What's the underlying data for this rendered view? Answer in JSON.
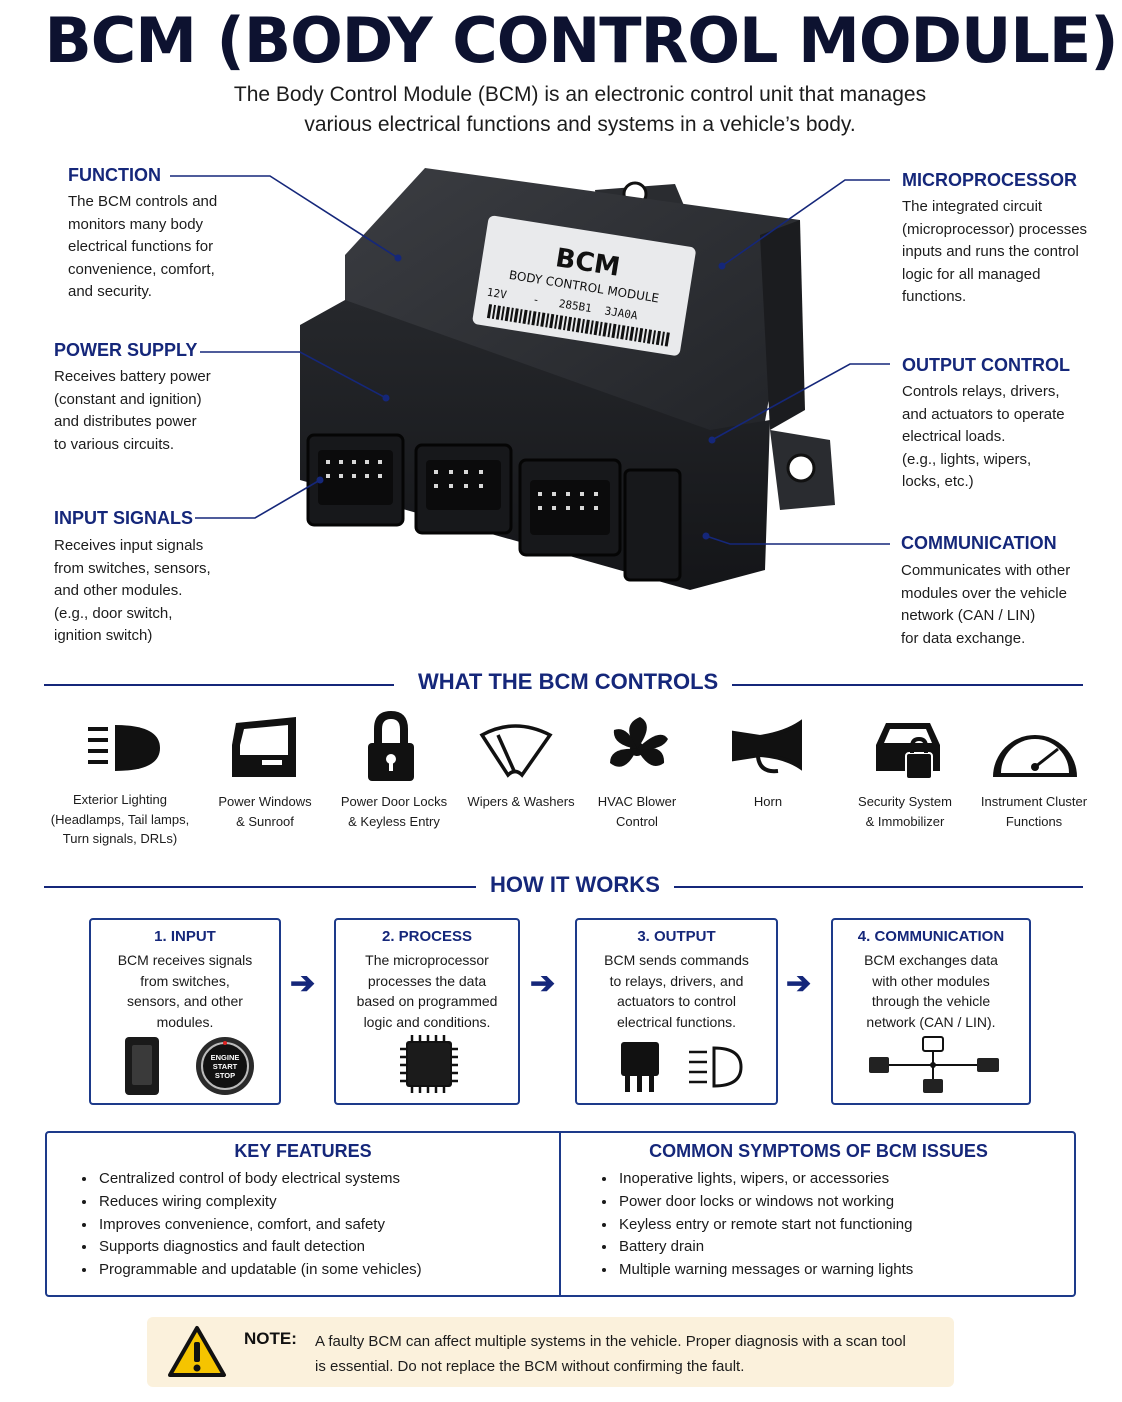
{
  "title": "BCM (BODY CONTROL MODULE)",
  "subtitle": "The Body Control Module (BCM) is an electronic control unit that manages various electrical functions and systems in a vehicle’s body.",
  "module_label": {
    "line1": "BCM",
    "line2": "BODY CONTROL MODULE",
    "line3": "12V    -   285B1  3JA0A"
  },
  "callouts": {
    "function": {
      "heading": "FUNCTION",
      "text": "The BCM controls and\nmonitors many body\nelectrical functions for\nconvenience, comfort,\nand security."
    },
    "power_supply": {
      "heading": "POWER SUPPLY",
      "text": "Receives battery power\n(constant and ignition)\nand distributes power\nto various circuits."
    },
    "input_signals": {
      "heading": "INPUT SIGNALS",
      "text": "Receives input signals\nfrom switches, sensors,\nand other modules.\n(e.g., door switch,\nignition switch)"
    },
    "microprocessor": {
      "heading": "MICROPROCESSOR",
      "text": "The integrated circuit\n(microprocessor) processes\ninputs and runs the control\nlogic for all managed\nfunctions."
    },
    "output_control": {
      "heading": "OUTPUT CONTROL",
      "text": "Controls relays, drivers,\nand actuators to operate\nelectrical loads.\n(e.g., lights, wipers,\nlocks, etc.)"
    },
    "communication": {
      "heading": "COMMUNICATION",
      "text": "Communicates with other\nmodules over the vehicle\nnetwork (CAN / LIN)\nfor data exchange."
    }
  },
  "controls": {
    "heading": "WHAT THE BCM CONTROLS",
    "items": [
      {
        "icon": "headlamp-icon",
        "label": "Exterior Lighting\n(Headlamps, Tail lamps,\nTurn signals, DRLs)"
      },
      {
        "icon": "car-door-icon",
        "label": "Power Windows\n& Sunroof"
      },
      {
        "icon": "padlock-icon",
        "label": "Power Door Locks\n& Keyless Entry"
      },
      {
        "icon": "wiper-icon",
        "label": "Wipers & Washers"
      },
      {
        "icon": "fan-icon",
        "label": "HVAC Blower\nControl"
      },
      {
        "icon": "horn-icon",
        "label": "Horn"
      },
      {
        "icon": "car-lock-icon",
        "label": "Security System\n& Immobilizer"
      },
      {
        "icon": "gauge-icon",
        "label": "Instrument Cluster\nFunctions"
      }
    ]
  },
  "how_it_works": {
    "heading": "HOW IT WORKS",
    "steps": [
      {
        "heading": "1. INPUT",
        "text": "BCM receives signals\nfrom switches,\nsensors, and other\nmodules.",
        "start_button_text": "ENGINE\nSTART\nSTOP"
      },
      {
        "heading": "2. PROCESS",
        "text": "The microprocessor\nprocesses the data\nbased on programmed\nlogic and conditions."
      },
      {
        "heading": "3. OUTPUT",
        "text": "BCM sends commands\nto relays, drivers, and\nactuators to control\nelectrical functions."
      },
      {
        "heading": "4. COMMUNICATION",
        "text": "BCM exchanges data\nwith other modules\nthrough the vehicle\nnetwork (CAN / LIN)."
      }
    ]
  },
  "key_features": {
    "heading": "KEY FEATURES",
    "items": [
      "Centralized control of body electrical systems",
      "Reduces wiring complexity",
      "Improves convenience, comfort, and safety",
      "Supports diagnostics and fault detection",
      "Programmable and updatable (in some vehicles)"
    ]
  },
  "symptoms": {
    "heading": "COMMON SYMPTOMS OF BCM ISSUES",
    "items": [
      "Inoperative lights, wipers, or accessories",
      "Power door locks or windows not working",
      "Keyless entry or remote start not functioning",
      "Battery drain",
      "Multiple warning messages or warning lights"
    ]
  },
  "note": {
    "label": "NOTE:",
    "line1": "A faulty BCM can affect multiple systems in the vehicle. Proper diagnosis with a scan tool",
    "line2": "is essential. Do not replace the BCM without confirming the fault."
  },
  "colors": {
    "accent": "#15277a",
    "note_bg": "#fbf1dc",
    "warning": "#f5c400"
  }
}
